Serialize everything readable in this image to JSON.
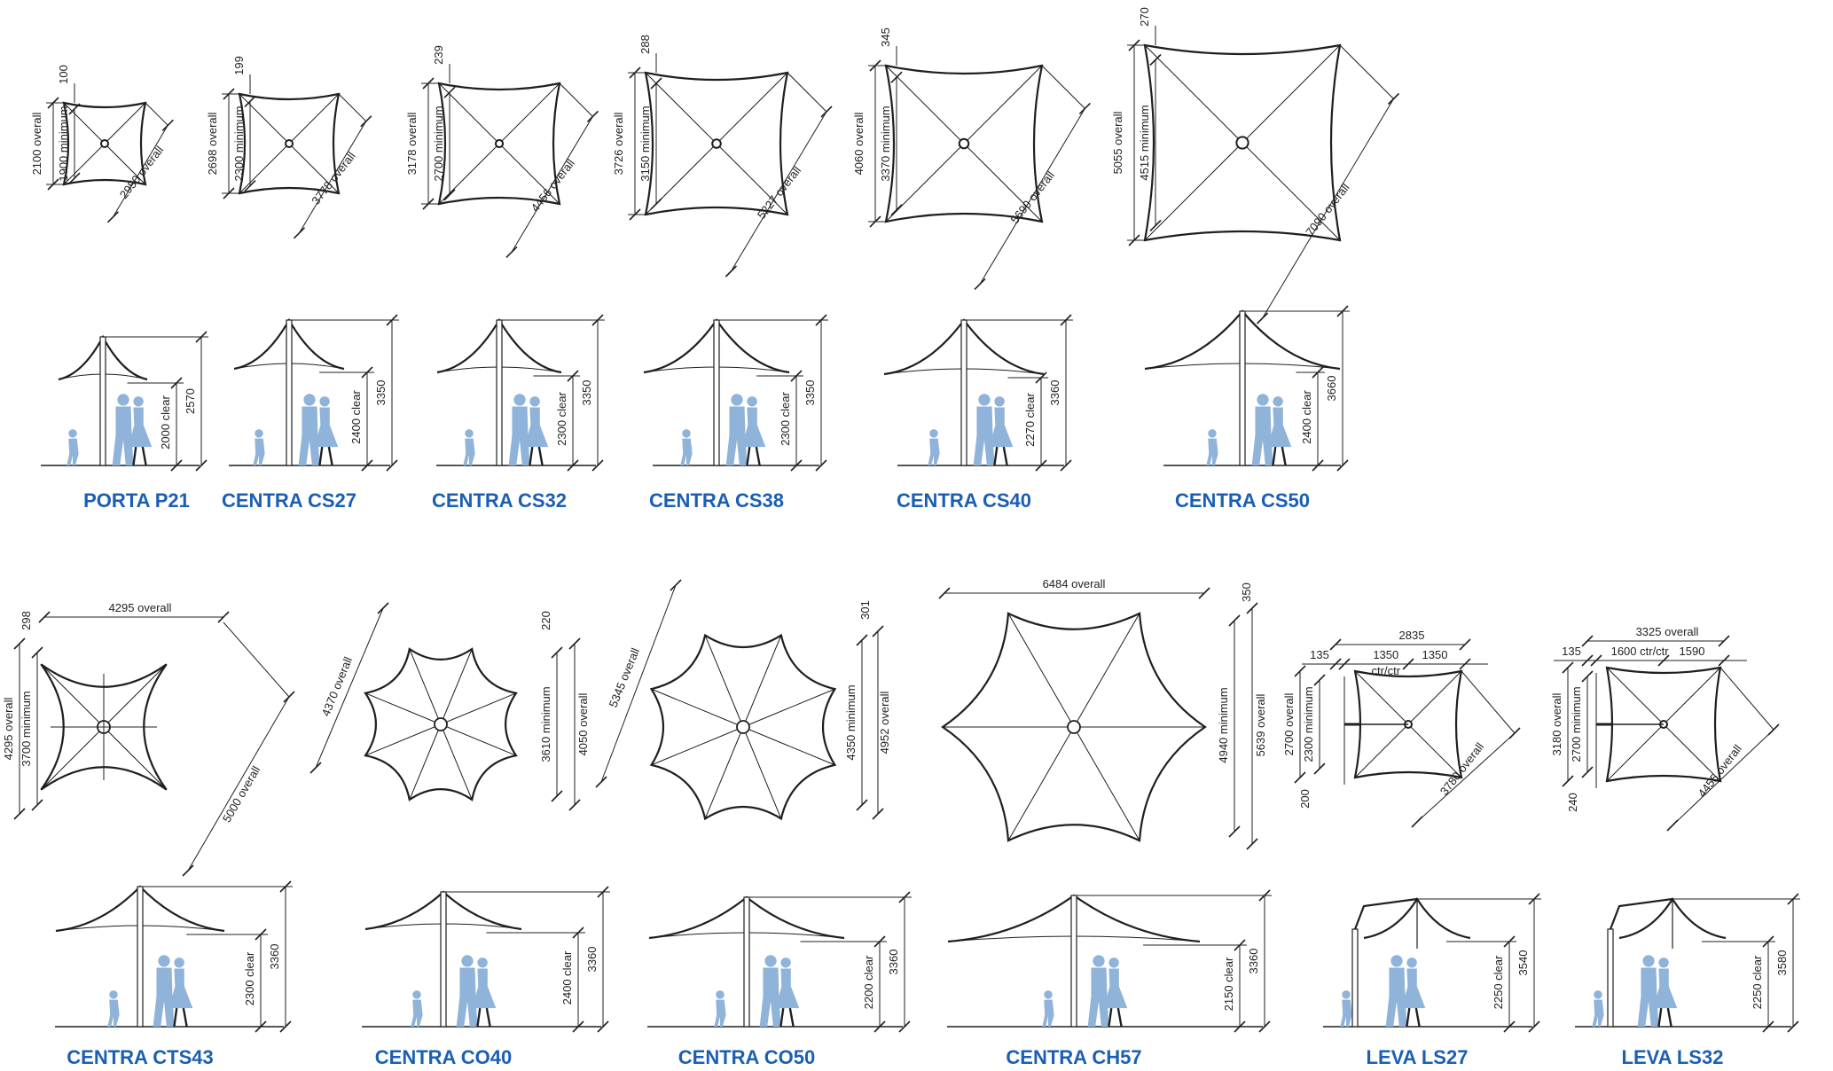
{
  "colors": {
    "line": "#1f1f1f",
    "dim": "#333333",
    "title": "#1a5fb4",
    "figure": "#8fb3d9"
  },
  "models": [
    {
      "name": "PORTA P21",
      "plan": "square",
      "top": "100",
      "overall": "2100 overall",
      "minimum": "1900 minimum",
      "diagonal": "2950 overall",
      "clear": "2000 clear",
      "height": "2570"
    },
    {
      "name": "CENTRA CS27",
      "plan": "square",
      "top": "199",
      "overall": "2698 overall",
      "minimum": "2300 minimum",
      "diagonal": "3778 overall",
      "clear": "2400 clear",
      "height": "3350"
    },
    {
      "name": "CENTRA CS32",
      "plan": "square",
      "top": "239",
      "overall": "3178 overall",
      "minimum": "2700 minimum",
      "diagonal": "4456 overall",
      "clear": "2300 clear",
      "height": "3350"
    },
    {
      "name": "CENTRA CS38",
      "plan": "square",
      "top": "288",
      "overall": "3726 overall",
      "minimum": "3150 minimum",
      "diagonal": "5227 overall",
      "clear": "2300 clear",
      "height": "3350"
    },
    {
      "name": "CENTRA CS40",
      "plan": "square",
      "top": "345",
      "overall": "4060 overall",
      "minimum": "3370 minimum",
      "diagonal": "5690 overall",
      "clear": "2270 clear",
      "height": "3360"
    },
    {
      "name": "CENTRA CS50",
      "plan": "square",
      "top": "270",
      "overall": "5055 overall",
      "minimum": "4515 minimum",
      "diagonal": "7090 overall",
      "clear": "2400 clear",
      "height": "3660"
    },
    {
      "name": "CENTRA CTS43",
      "plan": "star4",
      "top": "298",
      "overall": "4295 overall",
      "minimum": "3700 minimum",
      "diagonal": "5000 overall",
      "width": "4295 overall",
      "clear": "2300 clear",
      "height": "3360"
    },
    {
      "name": "CENTRA CO40",
      "plan": "oct",
      "top": "220",
      "overall": "4050 overall",
      "minimum": "3610 minimum",
      "diagonal": "4370 overall",
      "clear": "2400 clear",
      "height": "3360"
    },
    {
      "name": "CENTRA CO50",
      "plan": "oct",
      "top": "301",
      "overall": "4952 overall",
      "minimum": "4350 minimum",
      "diagonal": "5345 overall",
      "clear": "2200 clear",
      "height": "3360"
    },
    {
      "name": "CENTRA CH57",
      "plan": "hex",
      "top": "350",
      "overall": "5639 overall",
      "minimum": "4940 minimum",
      "width": "6484 overall",
      "clear": "2150 clear",
      "height": "3360"
    },
    {
      "name": "LEVA LS27",
      "plan": "leva",
      "width": "2835",
      "offset": "135",
      "left": "1350",
      "right": "1350",
      "ctr": "ctr/ctr",
      "overall": "2700 overall",
      "minimum": "2300 minimum",
      "bottom": "200",
      "diagonal": "3780 overall",
      "clear": "2250 clear",
      "height": "3540"
    },
    {
      "name": "LEVA LS32",
      "plan": "leva",
      "width": "3325 overall",
      "offset": "135",
      "left": "1600 ctr/ctr",
      "right": "1590",
      "overall": "3180 overall",
      "minimum": "2700 minimum",
      "bottom": "240",
      "diagonal": "4455 overall",
      "clear": "2250 clear",
      "height": "3580"
    }
  ]
}
